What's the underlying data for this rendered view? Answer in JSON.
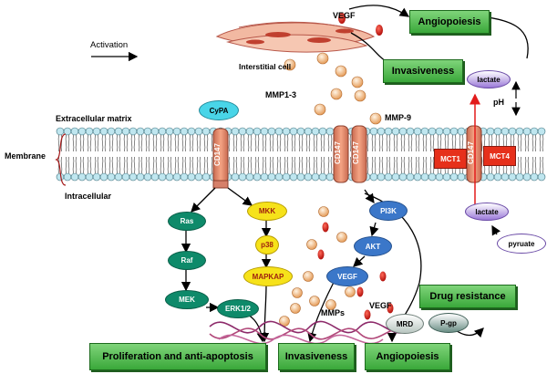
{
  "labels": {
    "activation": "Activation",
    "vegf_top": "VEGF",
    "interstitial_cell": "Interstitial cell",
    "mmp13": "MMP1-3",
    "mmp9": "MMP-9",
    "extracellular_matrix": "Extracellular matrix",
    "membrane": "Membrane",
    "intracellular": "Intracellular",
    "ph": "pH",
    "mmps": "MMPs",
    "vegf_bottom": "VEGF"
  },
  "outcome_boxes": {
    "angiopoiesis_top": "Angiopoiesis",
    "invasiveness_top": "Invasiveness",
    "drug_resistance": "Drug resistance",
    "proliferation": "Proliferation and anti-apoptosis",
    "invasiveness_bottom": "Invasiveness",
    "angiopoiesis_bottom": "Angiopoiesis"
  },
  "nodes": {
    "cypa": "CyPA",
    "ras": "Ras",
    "raf": "Raf",
    "mek": "MEK",
    "erk": "ERK1/2",
    "mkk": "MKK",
    "p38": "p38",
    "mapkap": "MAPKAP",
    "pi3k": "PI3K",
    "akt": "AKT",
    "vegf_node": "VEGF",
    "lactate_top": "lactate",
    "lactate_bottom": "lactate",
    "pyruate": "pyruate",
    "mrd": "MRD",
    "pgp": "P-gp"
  },
  "membrane_proteins": {
    "cd147": "CD147",
    "mct1": "MCT1",
    "mct4": "MCT4"
  },
  "colors": {
    "green_box": "#4caf50",
    "teal_node": "#0e8a6a",
    "blue_node": "#3b77c9",
    "yellow_node": "#f6e21a",
    "cd147": "#e88a6a",
    "mct": "#e6301b",
    "vegf_drop": "#d8201a",
    "mmp_ball": "#f6c99a",
    "membrane_head": "#bfe6ef"
  }
}
